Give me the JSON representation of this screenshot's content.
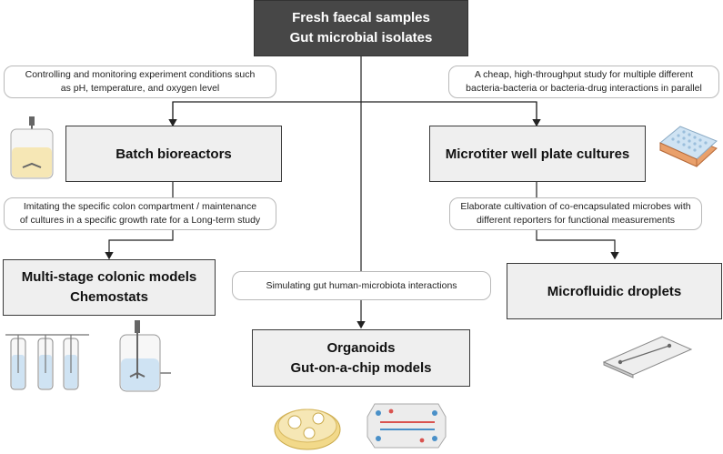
{
  "top": {
    "line1": "Fresh faecal samples",
    "line2": "Gut microbial isolates"
  },
  "notes": {
    "left_top": {
      "line1": "Controlling and monitoring experiment conditions such",
      "line2": "as pH, temperature, and oxygen level"
    },
    "right_top": {
      "line1": "A cheap, high-throughput study for multiple different",
      "line2": "bacteria-bacteria or bacteria-drug interactions in parallel"
    },
    "left_mid": {
      "line1": "Imitating the specific colon compartment / maintenance",
      "line2": "of cultures in a specific growth rate for a Long-term study"
    },
    "right_mid": {
      "line1": "Elaborate cultivation of co-encapsulated microbes with",
      "line2": "different reporters for functional measurements"
    },
    "center": "Simulating gut human-microbiota interactions"
  },
  "boxes": {
    "batch": "Batch bioreactors",
    "microtiter": "Microtiter well plate cultures",
    "multistage": {
      "line1": "Multi-stage colonic models",
      "line2": "Chemostats"
    },
    "microfluidic": "Microfluidic droplets",
    "organoids": {
      "line1": "Organoids",
      "line2": "Gut-on-a-chip models"
    }
  },
  "colors": {
    "dark_box": "#474747",
    "grey_box": "#efefef",
    "liquid": "#cfe3f3",
    "culture": "#f6e7b5",
    "plate": "#e9a06b",
    "chip_red": "#d9534f",
    "chip_blue": "#4a90c8"
  },
  "icons": [
    "bioreactor-icon",
    "microtiter-plate-icon",
    "chemostat-tubes-icon",
    "chemostat-vessel-icon",
    "microfluidic-chip-icon",
    "organoid-dish-icon",
    "gut-chip-icon"
  ]
}
